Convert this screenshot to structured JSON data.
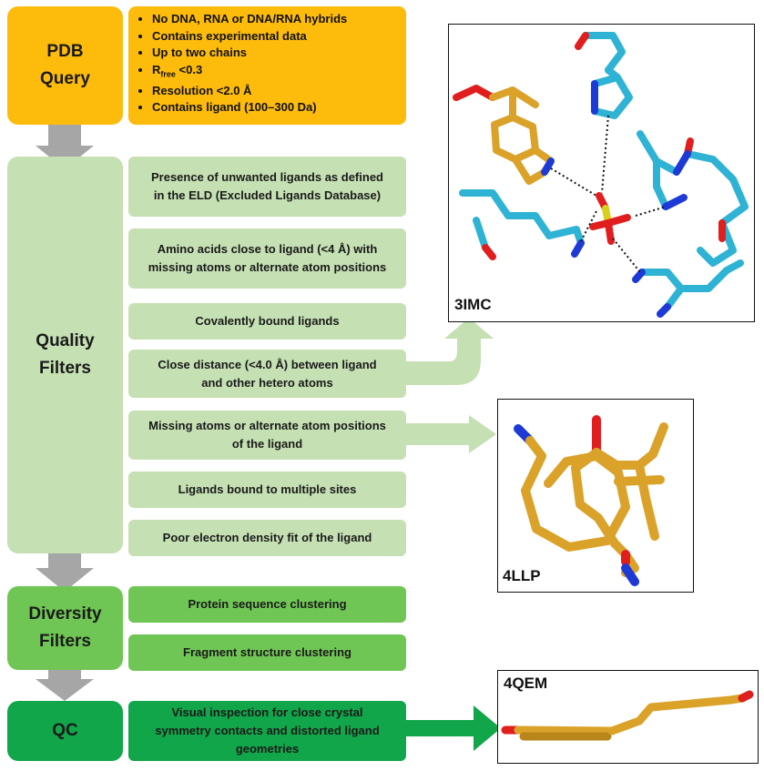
{
  "stages": {
    "pdb_query": [
      "PDB",
      "Query"
    ],
    "quality_filters": [
      "Quality",
      "Filters"
    ],
    "diversity_filters": [
      "Diversity",
      "Filters"
    ],
    "qc": "QC"
  },
  "query_criteria": {
    "c1": "No DNA, RNA or DNA/RNA hybrids",
    "c2": "Contains experimental data",
    "c3": "Up to two chains",
    "c4_r": "R",
    "c4_sub": "free",
    "c4_rest": " <0.3",
    "c5": "Resolution <2.0 Å",
    "c6": "Contains ligand (100–300 Da)"
  },
  "quality_filters": [
    [
      "Presence of unwanted ligands as defined",
      "in the ELD (Excluded Ligands Database)"
    ],
    [
      "Amino acids close to ligand (<4 Å) with",
      "missing atoms or alternate atom positions"
    ],
    [
      "Covalently bound ligands"
    ],
    [
      "Close distance (<4.0 Å) between ligand",
      "and other hetero atoms"
    ],
    [
      "Missing atoms or alternate atom positions",
      "of the ligand"
    ],
    [
      "Ligands bound to multiple sites"
    ],
    [
      "Poor electron density fit of the ligand"
    ]
  ],
  "diversity_filters": [
    "Protein sequence clustering",
    "Fragment structure clustering"
  ],
  "qc_step": [
    "Visual inspection for close crystal",
    "symmetry contacts and distorted ligand",
    "geometries"
  ],
  "examples": {
    "ex1": "3IMC",
    "ex2": "4LLP",
    "ex3": "4QEM"
  },
  "colors": {
    "orange": "#fdbb0c",
    "light_green": "#c5e0b3",
    "medium_green": "#70c655",
    "dark_green": "#11a64a",
    "gray_arrow": "#a6a6a6",
    "carbon_blue": "#2fb3d4",
    "carbon_gold": "#dba22a",
    "nitrogen": "#1d3ad6",
    "oxygen": "#e01e1e",
    "sulfur": "#d9cf1d"
  }
}
